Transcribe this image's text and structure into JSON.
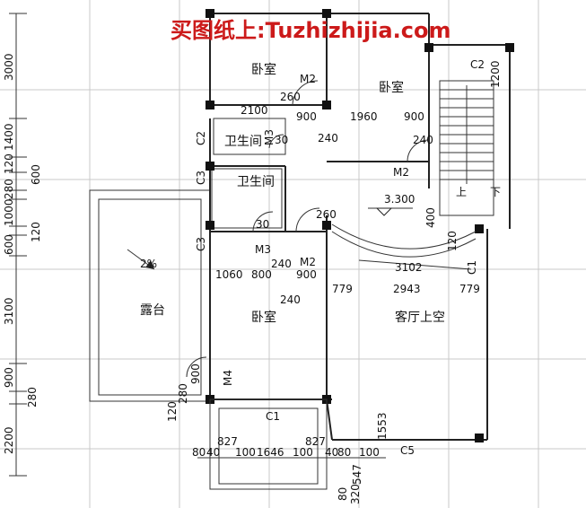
{
  "watermark": "买图纸上:Tuzhizhijia.com",
  "rooms": {
    "bedroom_top_left": "卧室",
    "bedroom_top_right": "卧室",
    "bedroom_bottom": "卧室",
    "bathroom_1": "卫生间",
    "bathroom_2": "卫生间",
    "terrace": "露台",
    "living_void": "客厅上空"
  },
  "door_window_tags": {
    "c2_top": "C2",
    "c2_left": "C2",
    "c3_upper": "C3",
    "c3_lower": "C3",
    "c1_bottom": "C1",
    "c1_right": "C1",
    "c5": "C5",
    "m2_top": "M2",
    "m2_mid": "M2",
    "m2_lower": "M2",
    "m3_upper": "M3",
    "m3_lower": "M3",
    "m4": "M4"
  },
  "annotations": {
    "elevation": "3.300",
    "slope": "2%",
    "stair_up": "上",
    "stair_down": "下"
  },
  "left_dims": [
    "3000",
    "1400",
    "120",
    "600",
    "280",
    "1000",
    "120",
    "600",
    "3100",
    "900",
    "280",
    "2200"
  ],
  "top_row_dims": [
    "2100",
    "260",
    "900",
    "1960",
    "900",
    "240",
    "240"
  ],
  "mid_row_dims": [
    "1060",
    "800",
    "240",
    "900",
    "240"
  ],
  "lower_row_dims": [
    "779",
    "2943",
    "779"
  ],
  "misc_dims": [
    "30",
    "260",
    "400",
    "120",
    "1200",
    "3102",
    "120",
    "280",
    "900",
    "30"
  ],
  "bottom_dims": [
    "80",
    "40",
    "827",
    "100",
    "1646",
    "100",
    "827",
    "40",
    "80",
    "100",
    "1553",
    "547",
    "80",
    "320"
  ]
}
